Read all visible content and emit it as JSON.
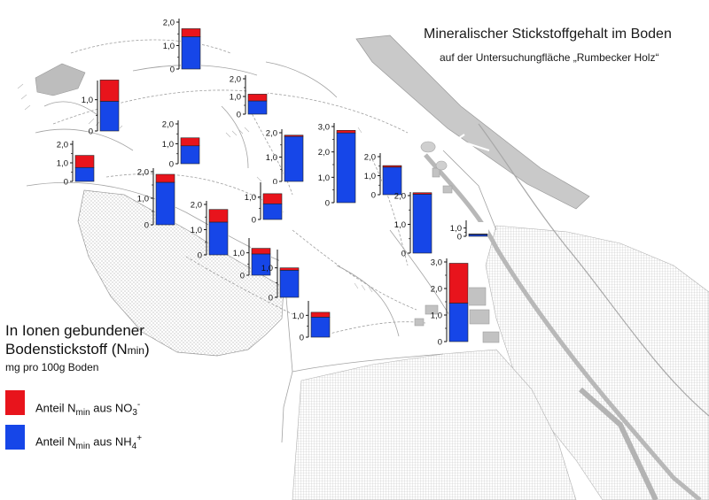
{
  "title": "Mineralischer Stickstoffgehalt im Boden",
  "subtitle": "auf der Untersuchungfläche „Rumbecker Holz“",
  "legend": {
    "heading_line1": "In Ionen gebundener",
    "heading_line2_main": "Bodenstickstoff (N",
    "heading_line2_sub": "min",
    "heading_line2_close": ")",
    "unit": "mg pro 100g Boden",
    "items": [
      {
        "prefix": "Anteil N",
        "sub": "min",
        "mid": " aus NO",
        "chem_sub": "3",
        "chem_sup": "-",
        "color": "#e8141c"
      },
      {
        "prefix": "Anteil N",
        "sub": "min",
        "mid": " aus NH",
        "chem_sub": "4",
        "chem_sup": "+",
        "color": "#1646e8"
      }
    ]
  },
  "colors": {
    "nitrate": "#e8141c",
    "ammonium": "#1646e8"
  },
  "chart_data": {
    "type": "bar",
    "stacked": true,
    "series_names": [
      "Anteil Nmin aus NO3-",
      "Anteil Nmin aus NH4+"
    ],
    "charts": [
      {
        "id": "c1",
        "ticks": [
          "1,0",
          "2,0"
        ],
        "ylim": [
          0,
          2
        ],
        "nh4": 1.38,
        "no3": 0.34
      },
      {
        "id": "c2",
        "ticks": [
          "1,0"
        ],
        "ylim": [
          0,
          1.5
        ],
        "nh4": 0.95,
        "no3": 0.68
      },
      {
        "id": "c3",
        "ticks": [
          "1,0",
          "2,0"
        ],
        "ylim": [
          0,
          2
        ],
        "nh4": 0.9,
        "no3": 0.4
      },
      {
        "id": "c4",
        "ticks": [
          "1,0",
          "2,0"
        ],
        "ylim": [
          0,
          2
        ],
        "nh4": 0.75,
        "no3": 0.38
      },
      {
        "id": "c5",
        "ticks": [
          "1,0",
          "2,0"
        ],
        "ylim": [
          0,
          2
        ],
        "nh4": 0.75,
        "no3": 0.65
      },
      {
        "id": "c6",
        "ticks": [
          "1,0",
          "2,0"
        ],
        "ylim": [
          0,
          2
        ],
        "nh4": 1.6,
        "no3": 0.3
      },
      {
        "id": "c7",
        "ticks": [
          "1,0",
          "2,0"
        ],
        "ylim": [
          0,
          2
        ],
        "nh4": 1.3,
        "no3": 0.5
      },
      {
        "id": "c8",
        "ticks": [
          "1,0",
          "2,0"
        ],
        "ylim": [
          0,
          2
        ],
        "nh4": 1.85,
        "no3": 0.05
      },
      {
        "id": "c9",
        "ticks": [
          "1,0"
        ],
        "ylim": [
          0,
          1.5
        ],
        "nh4": 0.7,
        "no3": 0.45
      },
      {
        "id": "c10",
        "ticks": [
          "1,0"
        ],
        "ylim": [
          0,
          1.5
        ],
        "nh4": 0.95,
        "no3": 0.25
      },
      {
        "id": "c11",
        "ticks": [
          "1,0"
        ],
        "ylim": [
          0,
          1.5
        ],
        "nh4": 0.92,
        "no3": 0.08
      },
      {
        "id": "c12",
        "ticks": [
          "1,0",
          "2,0",
          "3,0"
        ],
        "ylim": [
          0,
          3
        ],
        "nh4": 2.75,
        "no3": 0.1
      },
      {
        "id": "c13",
        "ticks": [
          "1,0",
          "2,0"
        ],
        "ylim": [
          0,
          2
        ],
        "nh4": 1.45,
        "no3": 0.08
      },
      {
        "id": "c14",
        "ticks": [
          "1,0",
          "2,0"
        ],
        "ylim": [
          0,
          2
        ],
        "nh4": 2.05,
        "no3": 0.05
      },
      {
        "id": "c15",
        "ticks": [
          "1,0"
        ],
        "ylim": [
          0,
          1.5
        ],
        "nh4": 0.22,
        "no3": 0.06
      },
      {
        "id": "c16",
        "ticks": [
          "1,0"
        ],
        "ylim": [
          0,
          1.5
        ],
        "nh4": 0.92,
        "no3": 0.22
      },
      {
        "id": "c17",
        "ticks": [
          "1,0",
          "2,0",
          "3,0"
        ],
        "ylim": [
          0,
          3
        ],
        "nh4": 1.45,
        "no3": 1.5
      }
    ]
  }
}
